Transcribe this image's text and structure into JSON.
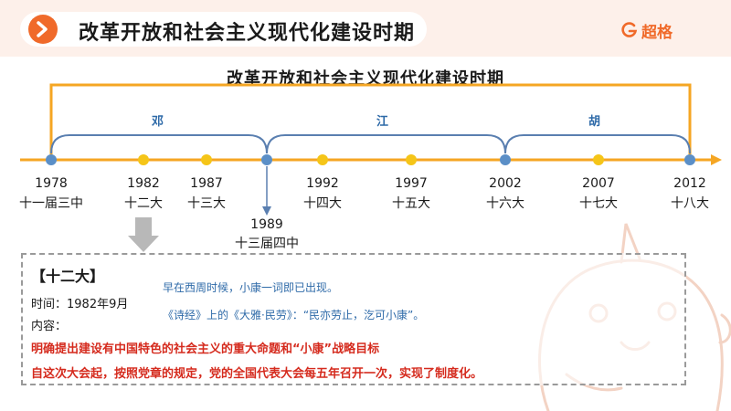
{
  "header": {
    "title": "改革开放和社会主义现代化建设时期",
    "brand": "超格"
  },
  "timeline": {
    "title": "改革开放和社会主义现代化建设时期",
    "leaders": [
      "邓",
      "江",
      "胡"
    ],
    "events": [
      {
        "year": "1978",
        "session": "十一届三中"
      },
      {
        "year": "1982",
        "session": "十二大"
      },
      {
        "year": "1987",
        "session": "十三大"
      },
      {
        "year": "1992",
        "session": "十四大"
      },
      {
        "year": "1997",
        "session": "十五大"
      },
      {
        "year": "2002",
        "session": "十六大"
      },
      {
        "year": "2007",
        "session": "十七大"
      },
      {
        "year": "2012",
        "session": "十八大"
      }
    ],
    "extra_event": {
      "year": "1989",
      "session": "十三届四中"
    }
  },
  "detail": {
    "heading": "【十二大】",
    "time": "时间：1982年9月",
    "content_label": "内容：",
    "red_line1": "明确提出建设有中国特色的社会主义的重大命题和“小康”战略目标",
    "red_line2": "自这次大会起，按照党章的规定，党的全国代表大会每五年召开一次，实现了制度化。",
    "note1": "早在西周时候，小康一词即已出现。",
    "note2": "《诗经》上的《大雅·民劳》：“民亦劳止，汔可小康”。"
  },
  "colors": {
    "accent_orange": "#f5a623",
    "brand_orange": "#f06a2a",
    "bracket_blue": "#5a7fb0",
    "node_blue": "#5b8fc7",
    "node_yellow": "#f5c518",
    "text_red": "#d52b1e",
    "note_blue": "#2e6aa8"
  }
}
